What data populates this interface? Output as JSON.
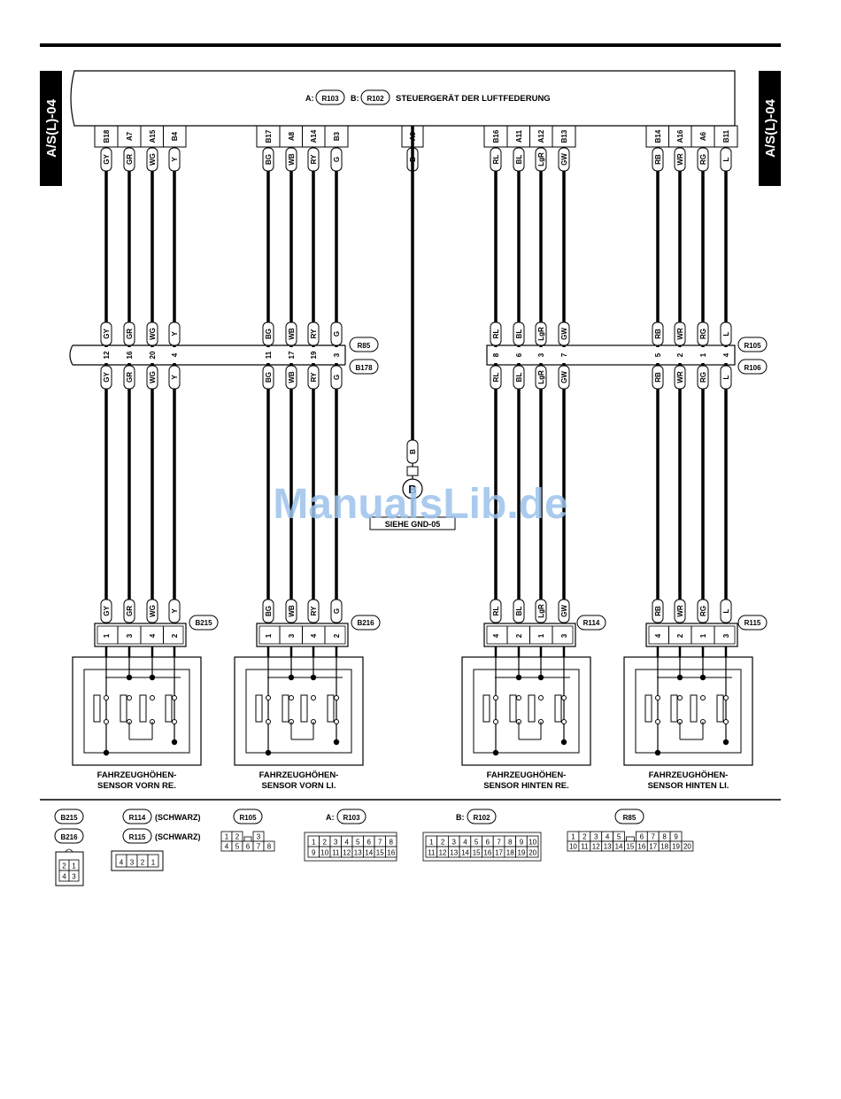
{
  "page_tag": "A/S(L)-04",
  "ecu": {
    "prefix_a": "A:",
    "conn_a": "R103",
    "prefix_b": "B:",
    "conn_b": "R102",
    "title": "STEUERGERÄT DER LUFTFEDERUNG"
  },
  "splice_connectors": {
    "left_top": "R85",
    "left_bottom": "B178",
    "right_top": "R105",
    "right_bottom": "R106"
  },
  "ground": {
    "symbol": "B",
    "label": "SIEHE GND-05",
    "wire_color": "B",
    "ecu_pin": "A9"
  },
  "watermark": "ManualsLib.de",
  "sensors": [
    {
      "connector": "B215",
      "label_line1": "FAHRZEUGHÖHEN-",
      "label_line2": "SENSOR VORN RE.",
      "wires": [
        {
          "ecu_pin": "B18",
          "color": "GY",
          "splice_pin": "12",
          "sensor_pin": "1"
        },
        {
          "ecu_pin": "A7",
          "color": "GR",
          "splice_pin": "16",
          "sensor_pin": "3"
        },
        {
          "ecu_pin": "A15",
          "color": "WG",
          "splice_pin": "20",
          "sensor_pin": "4"
        },
        {
          "ecu_pin": "B4",
          "color": "Y",
          "splice_pin": "4",
          "sensor_pin": "2"
        }
      ]
    },
    {
      "connector": "B216",
      "label_line1": "FAHRZEUGHÖHEN-",
      "label_line2": "SENSOR VORN LI.",
      "wires": [
        {
          "ecu_pin": "B17",
          "color": "BG",
          "splice_pin": "11",
          "sensor_pin": "1"
        },
        {
          "ecu_pin": "A8",
          "color": "WB",
          "splice_pin": "17",
          "sensor_pin": "3"
        },
        {
          "ecu_pin": "A14",
          "color": "RY",
          "splice_pin": "19",
          "sensor_pin": "4"
        },
        {
          "ecu_pin": "B3",
          "color": "G",
          "splice_pin": "3",
          "sensor_pin": "2"
        }
      ]
    },
    {
      "connector": "R114",
      "label_line1": "FAHRZEUGHÖHEN-",
      "label_line2": "SENSOR HINTEN RE.",
      "wires": [
        {
          "ecu_pin": "B16",
          "color": "RL",
          "splice_pin": "8",
          "sensor_pin": "4"
        },
        {
          "ecu_pin": "A11",
          "color": "BL",
          "splice_pin": "6",
          "sensor_pin": "2"
        },
        {
          "ecu_pin": "A12",
          "color": "LgR",
          "splice_pin": "3",
          "sensor_pin": "1"
        },
        {
          "ecu_pin": "B13",
          "color": "GW",
          "splice_pin": "7",
          "sensor_pin": "3"
        }
      ]
    },
    {
      "connector": "R115",
      "label_line1": "FAHRZEUGHÖHEN-",
      "label_line2": "SENSOR HINTEN LI.",
      "wires": [
        {
          "ecu_pin": "B14",
          "color": "RB",
          "splice_pin": "5",
          "sensor_pin": "4"
        },
        {
          "ecu_pin": "A16",
          "color": "WR",
          "splice_pin": "2",
          "sensor_pin": "2"
        },
        {
          "ecu_pin": "A6",
          "color": "RG",
          "splice_pin": "1",
          "sensor_pin": "1"
        },
        {
          "ecu_pin": "B11",
          "color": "L",
          "splice_pin": "4",
          "sensor_pin": "3"
        }
      ]
    }
  ],
  "legend": {
    "b215": "B215",
    "b216": "B216",
    "r114": "R114",
    "r114_note": "(SCHWARZ)",
    "r115": "R115",
    "r115_note": "(SCHWARZ)",
    "r105": "R105",
    "r103_prefix": "A:",
    "r103": "R103",
    "r102_prefix": "B:",
    "r102": "R102",
    "r85": "R85",
    "b215_pins_top": [
      "2",
      "1"
    ],
    "b215_pins_bottom": [
      "4",
      "3"
    ],
    "r114_pins": [
      "4",
      "3",
      "2",
      "1"
    ],
    "r105_pins_top": [
      "1",
      "2",
      "",
      "3"
    ],
    "r105_pins_bottom": [
      "4",
      "5",
      "6",
      "7",
      "8"
    ],
    "r103_pins_top": [
      "1",
      "2",
      "3",
      "4",
      "5",
      "6",
      "7",
      "8"
    ],
    "r103_pins_bottom": [
      "9",
      "10",
      "11",
      "12",
      "13",
      "14",
      "15",
      "16"
    ],
    "r102_pins_top": [
      "1",
      "2",
      "3",
      "4",
      "5",
      "6",
      "7",
      "8",
      "9",
      "10"
    ],
    "r102_pins_bottom": [
      "11",
      "12",
      "13",
      "14",
      "15",
      "16",
      "17",
      "18",
      "19",
      "20"
    ],
    "r85_pins_top": [
      "1",
      "2",
      "3",
      "4",
      "5",
      "",
      "6",
      "7",
      "8",
      "9"
    ],
    "r85_pins_bottom": [
      "10",
      "11",
      "12",
      "13",
      "14",
      "15",
      "16",
      "17",
      "18",
      "19",
      "20"
    ]
  }
}
